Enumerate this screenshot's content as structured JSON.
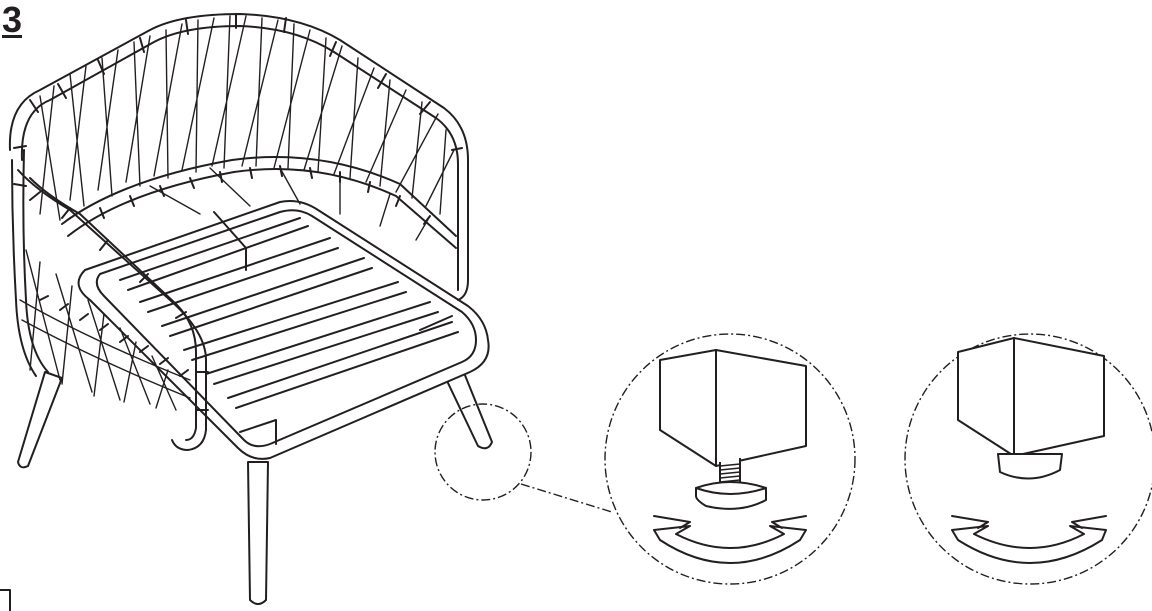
{
  "step": {
    "number": "3"
  },
  "figure": {
    "colors": {
      "line": "#231f20",
      "background": "#ffffff"
    },
    "callouts": [
      {
        "state": "loose",
        "icons": [
          "adjustable-foot-glide-icon",
          "rotation-arrow-icon"
        ]
      },
      {
        "state": "tightened",
        "icons": [
          "seated-foot-glide-icon",
          "rotation-arrow-icon"
        ]
      }
    ]
  }
}
